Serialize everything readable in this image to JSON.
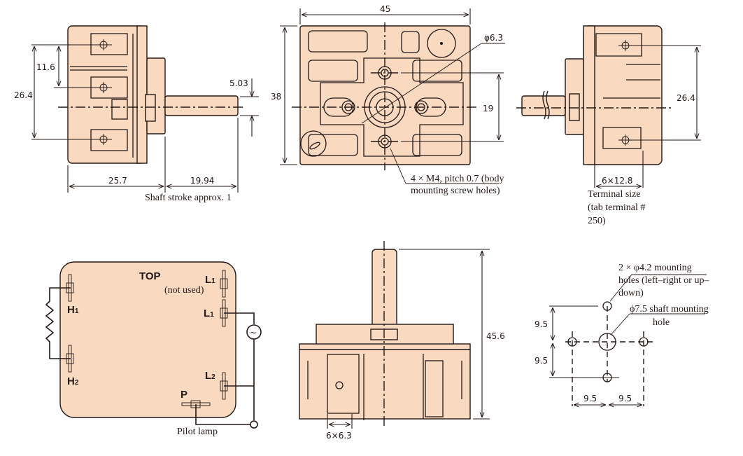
{
  "colors": {
    "body_fill": "#F9D9C0",
    "line": "#231815",
    "background": "#FFFFFF"
  },
  "side_view_left": {
    "dims": {
      "terminal_span": "26.4",
      "terminal_pitch": "11.6",
      "shaft_dia": "5.03",
      "body_depth": "25.7",
      "shaft_length": "19.94"
    },
    "note": "Shaft stroke approx. 1"
  },
  "front_view": {
    "dims": {
      "width": "45",
      "height": "38",
      "hole_pitch": "19",
      "center_dia": "φ6.3"
    },
    "note_line1": "4 × M4, pitch 0.7 (body",
    "note_line2": "mounting screw holes)"
  },
  "side_view_right": {
    "dims": {
      "terminal_span": "26.4",
      "terminal_size": "6×12.8"
    },
    "note_line1": "Terminal size",
    "note_line2": "(tab terminal #",
    "note_line3": "250)"
  },
  "wiring": {
    "title": "TOP",
    "terminals": [
      {
        "letter": "L",
        "sub": "1",
        "note": "(not used)"
      },
      {
        "letter": "L",
        "sub": "1"
      },
      {
        "letter": "H",
        "sub": "1"
      },
      {
        "letter": "H",
        "sub": "2"
      },
      {
        "letter": "L",
        "sub": "2"
      },
      {
        "letter": "P",
        "sub": ""
      }
    ],
    "ac_symbol": "~",
    "pilot_label": "Pilot lamp"
  },
  "bottom_view": {
    "dims": {
      "overall_height": "45.6",
      "terminal_size": "6×6.3"
    }
  },
  "panel_cutout": {
    "dims": {
      "v_upper": "9.5",
      "v_lower": "9.5",
      "h_left": "9.5",
      "h_right": "9.5"
    },
    "mount_note_line1": "2 × φ4.2 mounting",
    "mount_note_line2": "holes (left–right or up–",
    "mount_note_line3": "down)",
    "shaft_note_line1": "ϕ7.5 shaft mounting",
    "shaft_note_line2": "hole"
  }
}
